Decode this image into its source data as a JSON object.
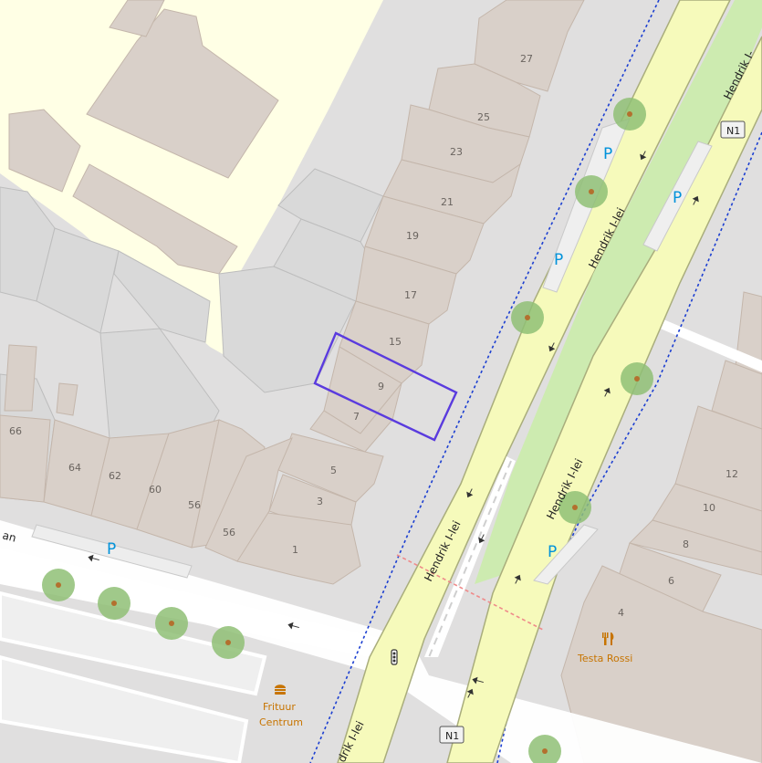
{
  "map": {
    "colors": {
      "background": "#e0dfdf",
      "residential_landuse": "#ffffe5",
      "building": "#d9d0c9",
      "building_outline": "#c4b6ab",
      "primary_road": "#f6fabb",
      "primary_road_casing": "#a9ad7c",
      "median_grass": "#cdebb0",
      "service_road": "#ffffff",
      "tree": "#8fbf76",
      "tree_trunk": "#b3702e",
      "highlight_outline": "#5a3bde",
      "boundary": "#1c3fd1",
      "crossing": "#ef8a8a",
      "parking": "#0092da",
      "poi_food": "#c77400",
      "house_number": "#6b6560"
    },
    "street_names": {
      "main": "Hendrik I-lei",
      "main_north_edge": "Hendrik I-",
      "main_south_edge": "drik I-lei",
      "side_edge": "an"
    },
    "road_ref": "N1",
    "house_numbers": {
      "n27": "27",
      "n25": "25",
      "n23": "23",
      "n21": "21",
      "n19": "19",
      "n17": "17",
      "n15": "15",
      "n9": "9",
      "n7": "7",
      "n5": "5",
      "n3": "3",
      "n1": "1",
      "n66": "66",
      "n64": "64",
      "n62": "62",
      "n60": "60",
      "n56a": "56",
      "n56b": "56",
      "n12": "12",
      "n10": "10",
      "n8": "8",
      "n6": "6",
      "n4": "4"
    },
    "parking_label": "P",
    "pois": {
      "restaurant": "Testa Rossi",
      "fastfood_line1": "Frituur",
      "fastfood_line2": "Centrum"
    },
    "icons": [
      "restaurant-icon",
      "fast-food-icon",
      "traffic-signals-icon",
      "oneway-arrow-icon",
      "parking-icon",
      "tree-icon"
    ]
  }
}
